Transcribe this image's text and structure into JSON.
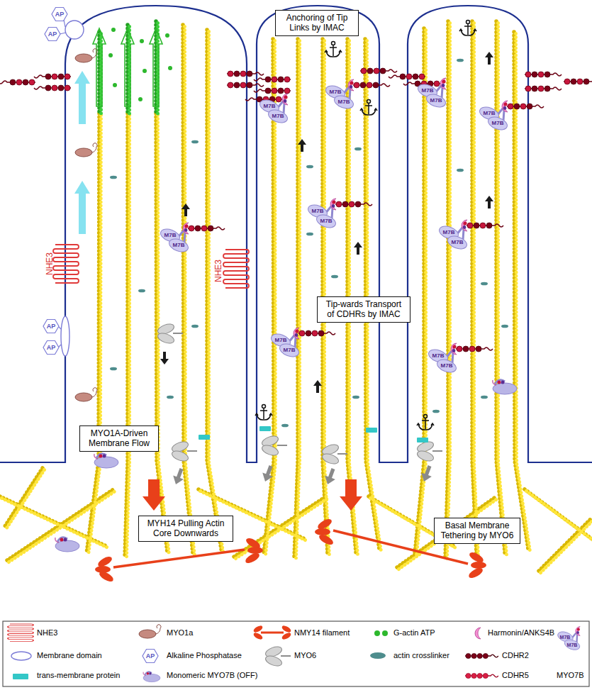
{
  "diagram": {
    "nodes": [
      {
        "text": [
          "Anchoring of Tip Links by IMAC"
        ]
      },
      {
        "text": [
          "Tip-wards Transport of CDHRs by IMAC"
        ]
      },
      {
        "text": [
          "MYO1A-Driven Membrane Flow"
        ]
      },
      {
        "text": [
          "MYH14 Pulling Actin Core Downwards"
        ]
      },
      {
        "text": [
          "Basal Membrane Tethering by MYO6"
        ]
      }
    ],
    "labels": [
      "NHE3",
      "NHE3",
      "AP",
      "AP",
      "AP",
      "AP",
      "M7B",
      "M7B",
      "M7B",
      "M7B",
      "M7B",
      "M7B",
      "M7B",
      "M7B",
      "M7B",
      "M7B",
      "M7B",
      "M7B",
      "M7B",
      "M7B",
      "M7B",
      "M7B",
      "M7B",
      "M7B",
      "AP",
      "M7B",
      "M7B"
    ],
    "legend": [
      {
        "text": "NHE3"
      },
      {
        "text": "Membrane domain"
      },
      {
        "text": "trans-membrane protein",
        "color": "#33c7c7"
      },
      {
        "text": "MYO1a"
      },
      {
        "text": "Alkaline Phosphatase"
      },
      {
        "text": "Monomeric MYO7B (OFF)"
      },
      {
        "text": "NMY14 filament"
      },
      {
        "text": "MYO6"
      },
      {
        "text": "G-actin ATP"
      },
      {
        "text": "actin crosslinker",
        "color": "#4e8d8d"
      },
      {
        "text": "Harmonin/ANKS4B"
      },
      {
        "text": "CDHR2"
      },
      {
        "text": "CDHR5"
      },
      {
        "text": "MYO7B"
      }
    ]
  }
}
